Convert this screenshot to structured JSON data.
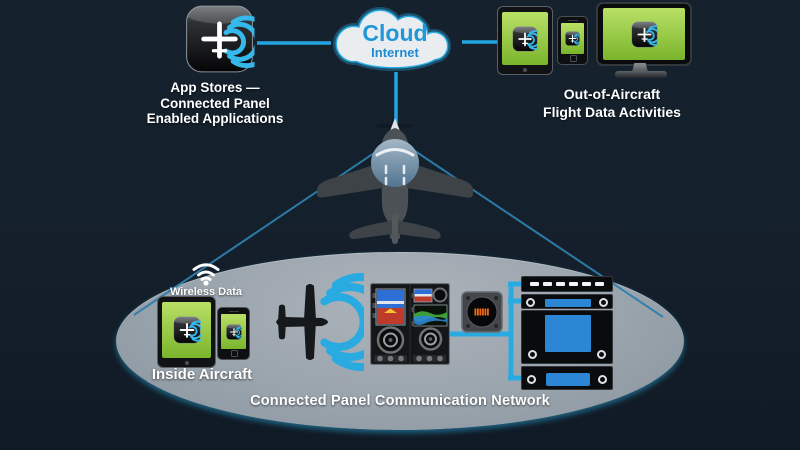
{
  "app_store": {
    "label_lines": [
      "App Stores —",
      "Connected Panel",
      "Enabled Applications"
    ]
  },
  "cloud": {
    "title": "Cloud",
    "subtitle": "Internet"
  },
  "out_of_aircraft": {
    "label_lines": [
      "Out-of-Aircraft",
      "Flight Data Activities"
    ]
  },
  "network": {
    "wireless_label": "Wireless Data",
    "inside_aircraft_label": "Inside Aircraft",
    "caption": "Connected Panel Communication Network"
  },
  "icons": {
    "connected_panel_app": "rounded dark app tile with blue C arcs and white aircraft cross",
    "wifi": "wifi-icon",
    "cloud": "cloud-shape",
    "aircraft_top_view": "airplane-top-silhouette",
    "connected_panel_logo": "blue C arcs with black aircraft"
  },
  "colors": {
    "background": "#15212c",
    "accent_blue": "#29abe2",
    "cone_line": "#2f7fae",
    "ellipse_gray": "#9aa4ad",
    "screen_green": "#8cc63e",
    "panel_blue": "#2b86d3",
    "attitude_red": "#c03a2b",
    "gauge_orange": "#ef6a14"
  }
}
